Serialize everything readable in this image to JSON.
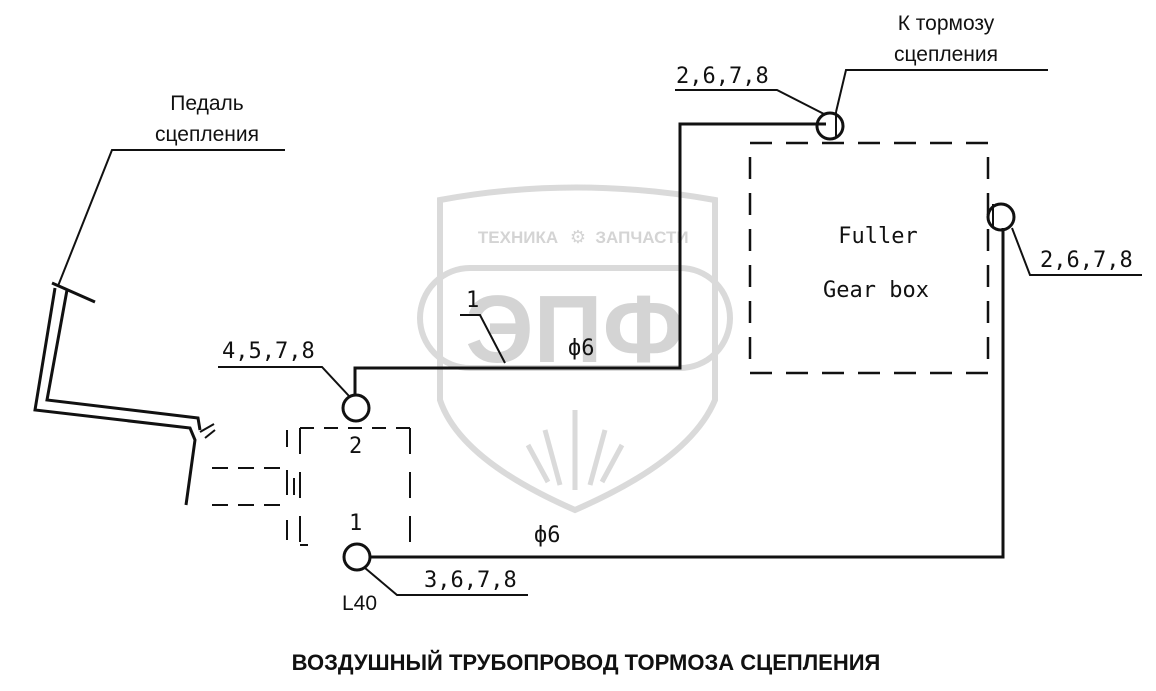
{
  "labels": {
    "pedal_line1": "Педаль",
    "pedal_line2": "сцепления",
    "brake_line1": "К тормозу",
    "brake_line2": "сцепления",
    "callout_top": "2,6,7,8",
    "callout_right": "2,6,7,8",
    "callout_left": "4,5,7,8",
    "callout_bottom": "3,6,7,8",
    "gearbox_line1": "Fuller",
    "gearbox_line2": "Gear box",
    "pipe_upper": "ф6",
    "pipe_lower": "ф6",
    "port_2": "2",
    "port_1": "1",
    "port_l40": "L40",
    "pointer_1": "1"
  },
  "watermark": {
    "top_left": "ТЕХНИКА",
    "top_right": "ЗАПЧАСТИ",
    "logo": "ЭПФ"
  },
  "title": "ВОЗДУШНЫЙ ТРУБОПРОВОД ТОРМОЗА СЦЕПЛЕНИЯ",
  "colors": {
    "ink": "#111111",
    "watermark": "#d0d0d0"
  }
}
